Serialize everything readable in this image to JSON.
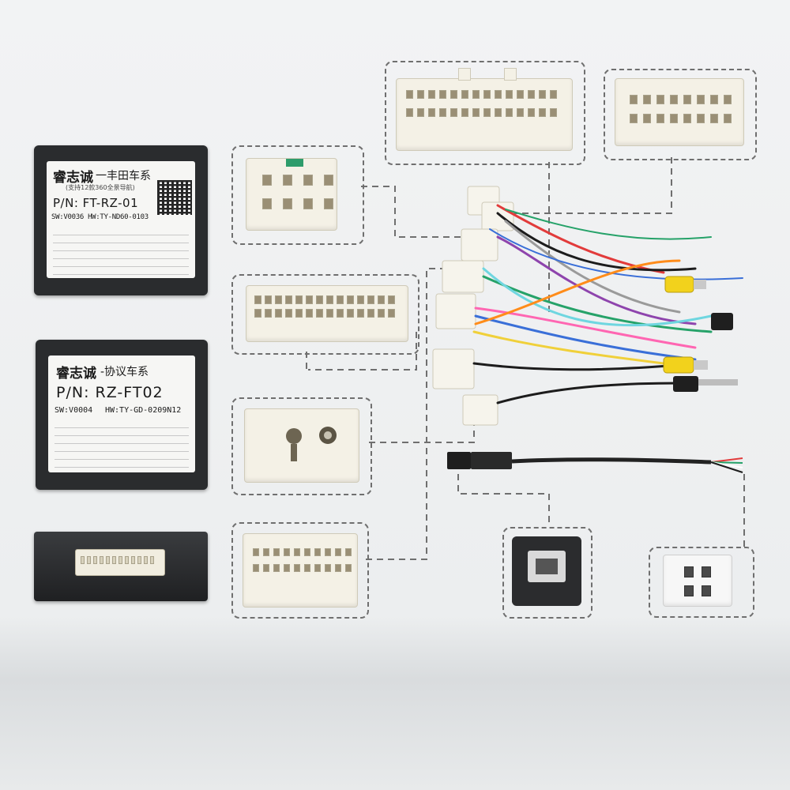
{
  "decoder_1": {
    "brand": "睿志诚",
    "series": "一丰田车系",
    "note": "(支持12款360全景导航)",
    "part_number": "P/N: FT-RZ-01",
    "versions": "SW:V0036 HW:TY-ND60-0103"
  },
  "decoder_2": {
    "brand": "睿志诚",
    "series": "-协议车系",
    "part_number": "P/N: RZ-FT02",
    "software": "SW:V0004",
    "hardware": "HW:TY-GD-0209N12"
  },
  "wire_colors": [
    "#e23b3b",
    "#f0d03a",
    "#3a6fd8",
    "#26a269",
    "#8e44ad",
    "#ff66b2",
    "#1c1c1c",
    "#9a9a9a",
    "#ff8c1a",
    "#6fd6e0",
    "#ffffff"
  ],
  "rca_color": "#f2d21c"
}
